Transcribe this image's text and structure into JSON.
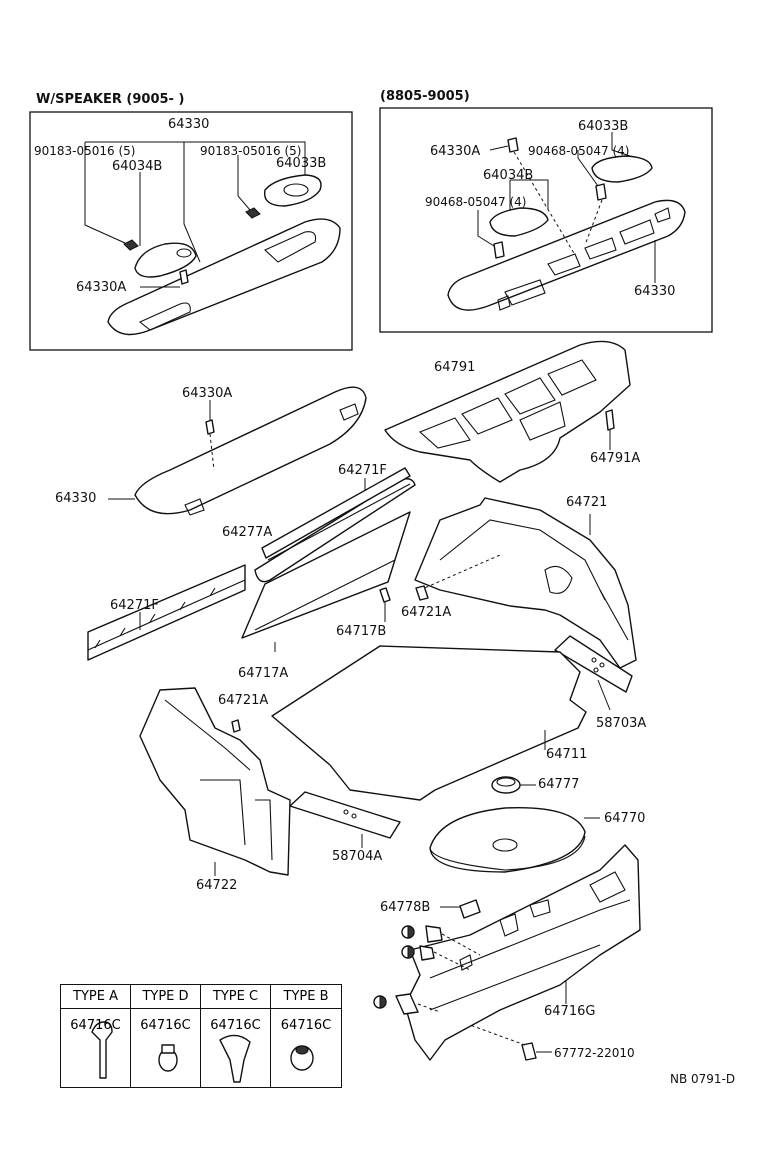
{
  "boxes": {
    "w_speaker": {
      "title": "W/SPEAKER (9005-         )"
    },
    "earlier": {
      "title": "(8805-9005)"
    }
  },
  "labels": {
    "a_64330": "64330",
    "a_90183_l": "90183-05016 (5)",
    "a_90183_r": "90183-05016 (5)",
    "a_64034B": "64034B",
    "a_64033B": "64033B",
    "a_64330A": "64330A",
    "b_64330A": "64330A",
    "b_64033B": "64033B",
    "b_90468_t": "90468-05047 (4)",
    "b_64034B": "64034B",
    "b_90468_l": "90468-05047 (4)",
    "b_64330": "64330",
    "m_64791": "64791",
    "m_64330A": "64330A",
    "m_64791A": "64791A",
    "m_64330": "64330",
    "m_64271F_t": "64271F",
    "m_64721": "64721",
    "m_64277A": "64277A",
    "m_64271F_l": "64271F",
    "m_64721A_r": "64721A",
    "m_64717B": "64717B",
    "m_64717A": "64717A",
    "m_58703A": "58703A",
    "m_64721A_l": "64721A",
    "m_64711": "64711",
    "m_64777": "64777",
    "m_58704A": "58704A",
    "m_64770": "64770",
    "m_64722": "64722",
    "m_64778B": "64778B",
    "m_64716G": "64716G",
    "m_67772": "67772-22010",
    "code": "NB 0791-D"
  },
  "type_table": [
    {
      "type": "TYPE A",
      "part": "64716C"
    },
    {
      "type": "TYPE D",
      "part": "64716C"
    },
    {
      "type": "TYPE C",
      "part": "64716C"
    },
    {
      "type": "TYPE B",
      "part": "64716C"
    }
  ]
}
